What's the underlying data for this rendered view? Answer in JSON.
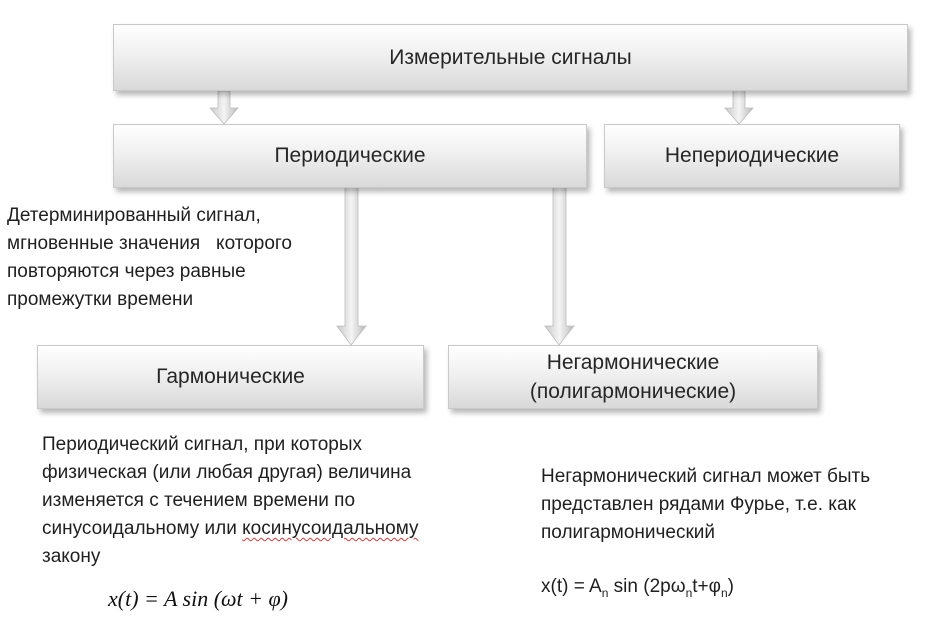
{
  "nodes": {
    "root": "Измерительные сигналы",
    "periodic": "Периодические",
    "nonperiodic": "Непериодические",
    "harmonic": "Гармонические",
    "nonharmonic_line1": "Негармонические",
    "nonharmonic_line2": "(полигармонические)"
  },
  "descriptions": {
    "periodic": [
      "Детерминированный сигнал,",
      "мгновенные значения   которого",
      "повторяются через равные",
      "промежутки времени"
    ],
    "harmonic": {
      "line1": "Периодический сигнал, при которых",
      "line2": "физическая (или любая другая) величина",
      "line3": "изменяется с течением времени по",
      "line4_prefix": "синусоидальному или ",
      "line4_underlined": "косинусоидальному",
      "line5": "закону"
    },
    "nonharmonic": [
      "Негармонический сигнал может быть",
      "представлен рядами Фурье, т.е. как",
      "полигармонический"
    ]
  },
  "formulas": {
    "harmonic": "x(t) = A sin (ωt + φ)",
    "fourier": {
      "a": "x(t) = A",
      "sub_n1": "n",
      "b": " sin (2pω",
      "sub_n2": "n",
      "c": "t+φ",
      "sub_n3": "n",
      "d": ")"
    }
  }
}
